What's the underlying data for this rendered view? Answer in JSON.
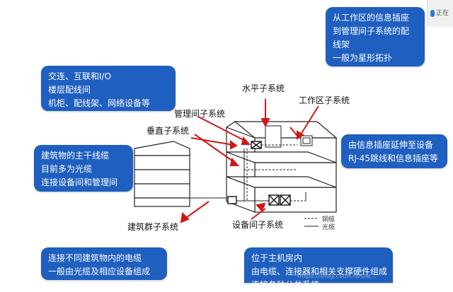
{
  "bubbles": {
    "work_area": [
      "从工作区的信息插座",
      "到管理间子系统的配",
      "线架",
      "一般为星形拓扑"
    ],
    "admin": [
      "交连、互联和I/O",
      "楼层配线间",
      "机柜、配线架、网络设备等"
    ],
    "backbone": [
      "建筑物的主干线缆",
      "目前多为光缆",
      "连接设备间和管理间"
    ],
    "work_area_desc": [
      "由信息插座延伸至设备",
      "RJ-45跳线和信息插座等"
    ],
    "campus": [
      "连接不同建筑物内的电缆",
      "一般由光缆及相应设备组成"
    ],
    "equipment": [
      "位于主机房内",
      "由电缆、连接器和相关支撑硬件组成",
      "连接各种公共系统"
    ]
  },
  "labels": {
    "horizontal": "水平子系统",
    "work_area_subsystem": "工作区子系统",
    "admin_subsystem": "管理间子系统",
    "vertical_subsystem": "垂直子系统",
    "campus_subsystem": "建筑群子系统",
    "equipment_subsystem": "设备间子系统"
  },
  "legend": {
    "copper": "铜缆",
    "fiber": "光缆"
  },
  "topbar": {
    "status": "正在"
  },
  "watermark": "https://blog.csdn.net/w..."
}
